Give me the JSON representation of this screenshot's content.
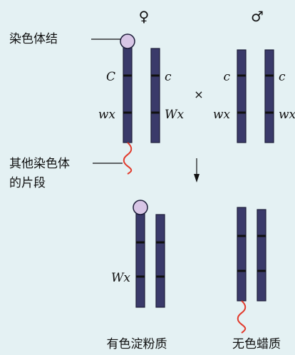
{
  "female_symbol": "♀",
  "male_symbol": "♂",
  "cross_symbol": "×",
  "labels": {
    "knob": "染色体结",
    "fragment_line1": "其他染色体",
    "fragment_line2": "的片段"
  },
  "alleles": {
    "C_upper": "C",
    "c_lower": "c",
    "wx_lower": "wx",
    "Wx_upper": "Wx"
  },
  "phenotypes": {
    "left": "有色淀粉质",
    "right": "无色蜡质"
  }
}
